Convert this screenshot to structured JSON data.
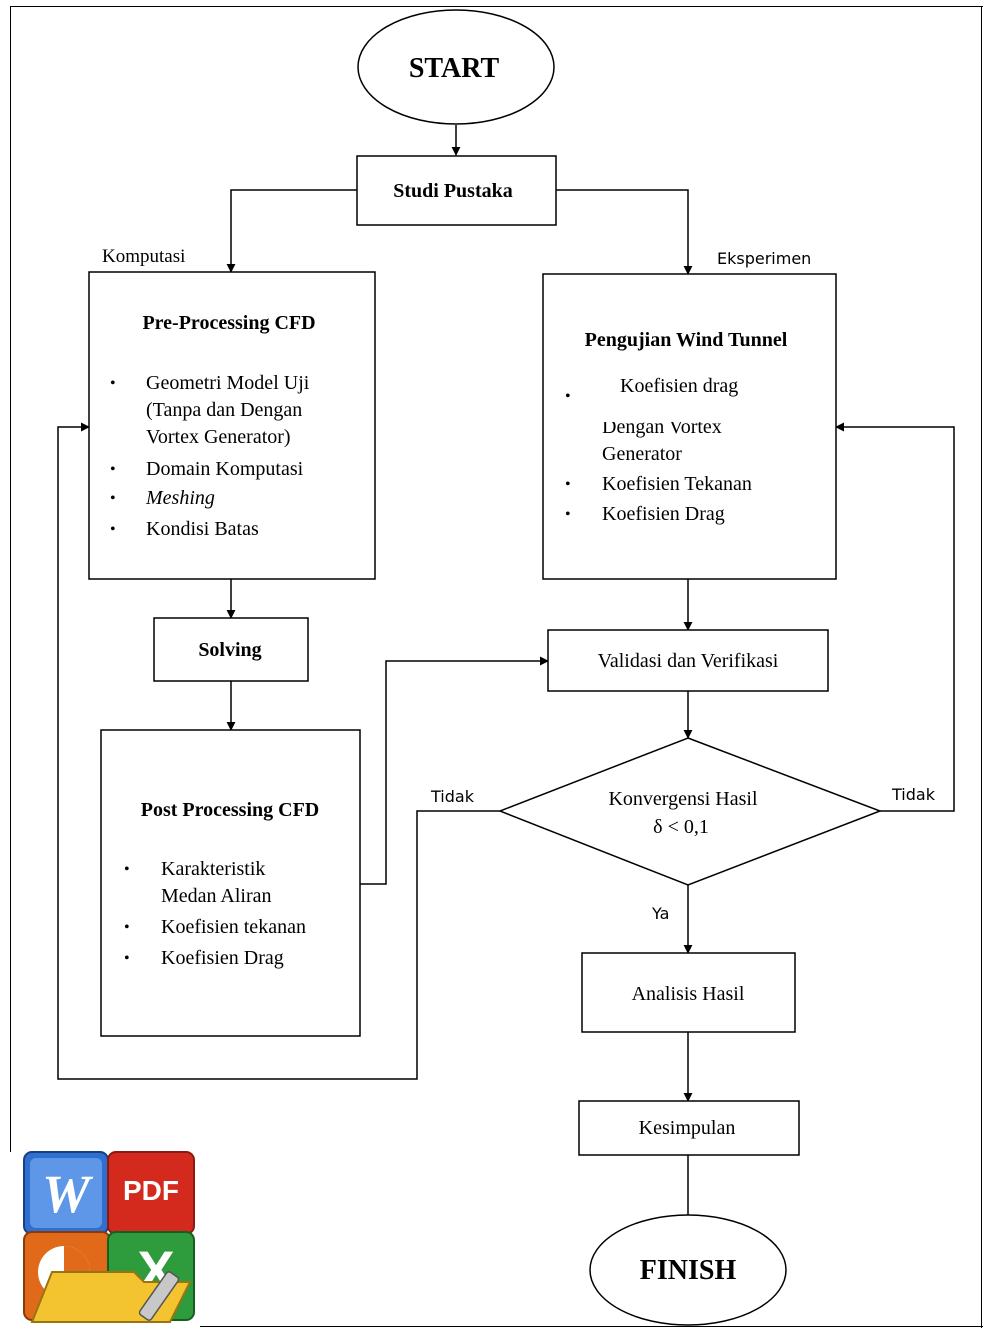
{
  "nodes": {
    "start": "START",
    "studi_pustaka": "Studi Pustaka",
    "preprocessing": {
      "title": "Pre-Processing CFD",
      "items": [
        "Geometri Model Uji",
        "(Tanpa dan Dengan",
        "Vortex Generator)",
        "Domain Komputasi",
        "Meshing",
        "Kondisi Batas"
      ]
    },
    "wind_tunnel": {
      "title": "Pengujian Wind Tunnel",
      "overlay": "Koefisien drag",
      "items": [
        "Dengan Vortex",
        "Generator",
        "Koefisien Tekanan",
        "Koefisien Drag"
      ]
    },
    "solving": "Solving",
    "postprocessing": {
      "title": "Post Processing CFD",
      "items": [
        "Karakteristik",
        "Medan Aliran",
        "Koefisien tekanan",
        "Koefisien Drag"
      ]
    },
    "validasi": "Validasi dan Verifikasi",
    "konvergensi": {
      "line1": "Konvergensi Hasil",
      "line2": "δ < 0,1"
    },
    "analisis": "Analisis Hasil",
    "kesimpulan": "Kesimpulan",
    "finish": "FINISH"
  },
  "edge_labels": {
    "komputasi": "Komputasi",
    "eksperimen": "Eksperimen",
    "tidak_left": "Tidak",
    "tidak_right": "Tidak",
    "ya": "Ya"
  },
  "logo": {
    "word": "W",
    "pdf": "PDF",
    "excel": "X"
  },
  "colors": {
    "line": "#000000",
    "background": "#ffffff"
  }
}
